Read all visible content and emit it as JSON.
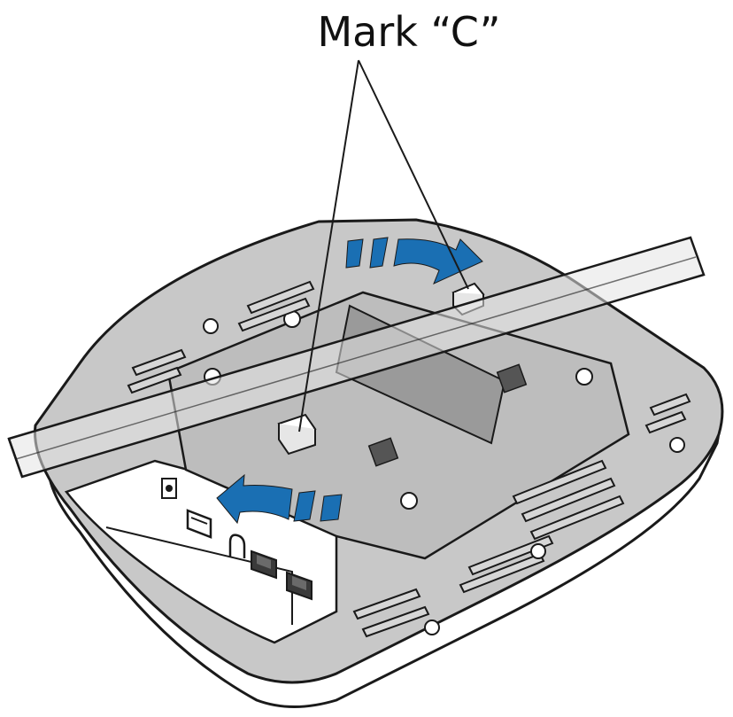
{
  "callout": {
    "label": "Mark “C”"
  },
  "colors": {
    "arrow": "#1a6fb3",
    "outline": "#1a1a1a",
    "device_fill": "#c8c8c8",
    "device_shade": "#a9a9a9",
    "rail_fill": "#d9d9d9",
    "port_panel": "#ffffff"
  },
  "icons": {
    "rotate_arrow_top": "curved-arrow-right",
    "rotate_arrow_bottom": "curved-arrow-left",
    "power_port": "dc-jack-icon",
    "usb_port": "usb-port-icon",
    "reset": "reset-pinhole-icon",
    "lan_ports": "rj45-port-icon"
  }
}
